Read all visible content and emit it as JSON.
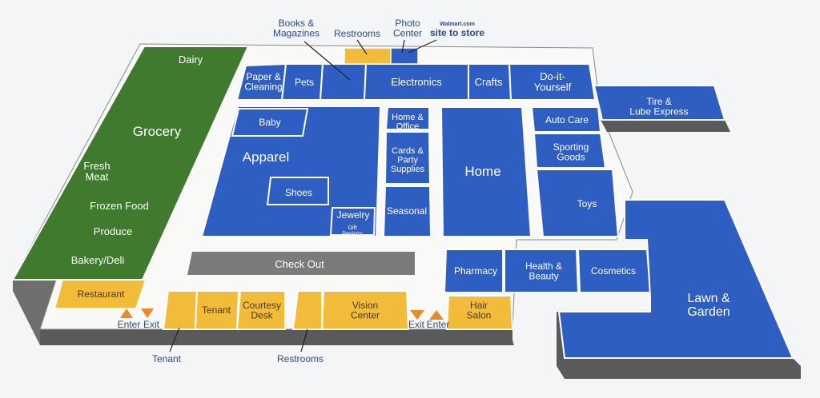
{
  "colors": {
    "blue": "#2f5ec2",
    "green": "#3f7a2e",
    "yellow": "#f2bc3a",
    "gray": "#7b7b7b",
    "floor": "#f7f7f5",
    "arrow": "#e88a2a",
    "label_dark": "#2a4a86"
  },
  "store_departments": {
    "dairy": "Dairy",
    "grocery": "Grocery",
    "fresh_meat": "Fresh Meat",
    "frozen_food": "Frozen Food",
    "produce": "Produce",
    "bakery_deli": "Bakery/Deli",
    "paper_cleaning": "Paper & Cleaning",
    "pets": "Pets",
    "electronics": "Electronics",
    "crafts": "Crafts",
    "diy": "Do-it- Yourself",
    "tire_lube": "Tire & Lube Express",
    "baby": "Baby",
    "apparel": "Apparel",
    "shoes": "Shoes",
    "jewelry": "Jewelry",
    "gift_registry": "Gift Registry",
    "home_office": "Home & Office",
    "cards_party": "Cards & Party Supplies",
    "seasonal": "Seasonal",
    "home": "Home",
    "auto_care": "Auto Care",
    "sporting_goods": "Sporting Goods",
    "toys": "Toys",
    "checkout": "Check Out",
    "pharmacy": "Pharmacy",
    "health_beauty": "Health & Beauty",
    "cosmetics": "Cosmetics",
    "lawn_garden": "Lawn & Garden",
    "restaurant": "Restaurant",
    "tenant": "Tenant",
    "courtesy_desk": "Courtesy Desk",
    "vision_center": "Vision Center",
    "hair_salon": "Hair Salon"
  },
  "callouts": {
    "books": "Books & Magazines",
    "restrooms_top": "Restrooms",
    "photo_center": "Photo Center",
    "tenant_bottom": "Tenant",
    "restrooms_bottom": "Restrooms"
  },
  "entrances": {
    "enter_left": "Enter",
    "exit_left": "Exit",
    "exit_right": "Exit",
    "enter_right": "Enter"
  },
  "logo": {
    "brand": "Walmart.com",
    "name": "site to store"
  }
}
